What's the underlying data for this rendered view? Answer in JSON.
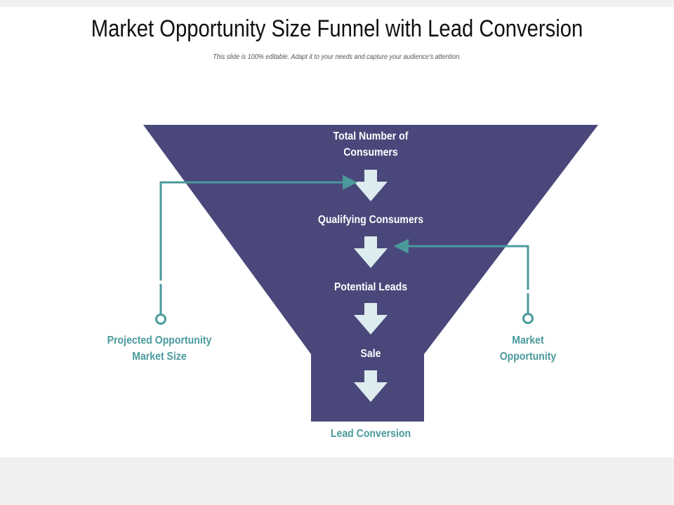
{
  "title": "Market Opportunity Size Funnel with Lead Conversion",
  "subtitle": "This slide is 100% editable. Adapt it to your needs and capture your audience's attention.",
  "colors": {
    "funnel": "#4a477b",
    "accent": "#4a9a9c",
    "arrow": "#dcecef",
    "background": "#ffffff"
  },
  "funnel": {
    "stages": [
      "Total Number of\nConsumers",
      "Qualifying Consumers",
      "Potential Leads",
      "Sale"
    ],
    "output_label": "Lead Conversion"
  },
  "callouts": {
    "left": "Projected Opportunity\nMarket Size",
    "right": "Market\nOpportunity"
  },
  "icons": [
    "down-chevron-arrow-icon",
    "circle-marker-icon",
    "arrowhead-icon"
  ]
}
